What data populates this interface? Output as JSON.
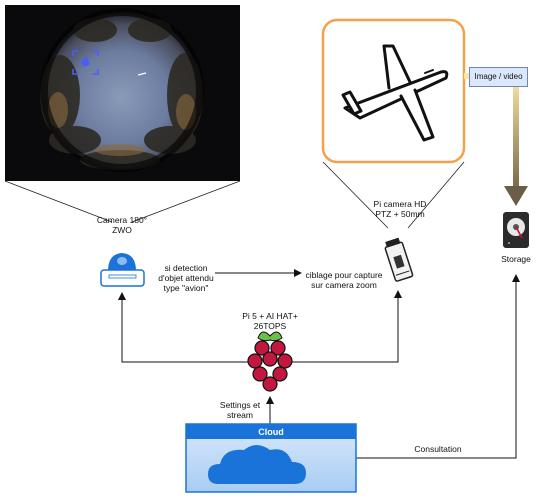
{
  "camera_fisheye": {
    "label_line1": "Camera 180°",
    "label_line2": "ZWO"
  },
  "detection": {
    "line1": "si detection",
    "line2": "d'objet attendu",
    "line3": "type \"avion\""
  },
  "targeting": {
    "line1": "ciblage pour capture",
    "line2": "sur camera zoom"
  },
  "camera_zoom": {
    "line1": "Pi camera HD",
    "line2": "PTZ + 50mm"
  },
  "pi": {
    "line1": "Pi 5 + AI HAT+",
    "line2": "26TOPS"
  },
  "settings": {
    "line1": "Settings et",
    "line2": "stream"
  },
  "cloud": {
    "title": "Cloud"
  },
  "consultation": {
    "label": "Consultation"
  },
  "storage": {
    "label": "Storage"
  },
  "image_video": {
    "label": "Image / video"
  },
  "colors": {
    "frame_orange": "#f5a04a",
    "cloud_blue": "#1a73d9",
    "raspberry": "#c2183f",
    "arrow_gold": "#c49a2d"
  }
}
